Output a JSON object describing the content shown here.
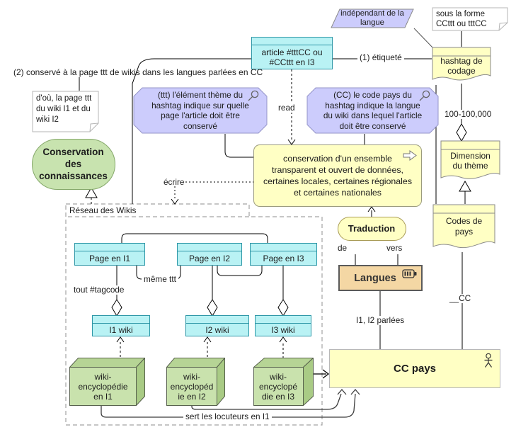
{
  "diagram": {
    "nodes": {
      "article": "article #tttCC ou\n#CCttt en I3",
      "hashtag": "hashtag de\ncodage",
      "conservation_ensemble": "conservation d'un ensemble\ntransparent et ouvert de données,\ncertaines locales, certaines régionales\net certaines nationales",
      "dimension_theme": "Dimension\ndu thème",
      "codes_pays": "Codes de\npays",
      "conservation_connaissances": "Conservation\ndes\nconnaissances",
      "reseau_wikis": "Réseau des Wikis",
      "traduction": "Traduction",
      "langues": "Langues",
      "cc_pays": "CC pays",
      "page_i1": "Page en I1",
      "page_i2": "Page en I2",
      "page_i3": "Page en I3",
      "wiki_i1": "I1 wiki",
      "wiki_i2": "I2 wiki",
      "wiki_i3": "I3 wiki",
      "ency_i1": "wiki-\nencyclopédie\nen I1",
      "ency_i2": "wiki-\nencyclopéd\nie en I2",
      "ency_i3": "wiki-\nencyclopé\ndie en I3"
    },
    "callouts": {
      "independant": "indépendant de la\nlangue",
      "ttt": "(ttt) l'élément thème du\nhashtag indique sur quelle\npage l'article doit être\nconservé",
      "cc": "(CC) le code pays du\nhashtag indique la langue\ndu wiki dans lequel l'article\ndoit être conservé"
    },
    "notes": {
      "sous_la_forme": "sous la forme\nCCttt ou tttCC",
      "dou": "d'où, la page ttt\ndu wiki I1 et du\nwiki I2"
    },
    "labels": {
      "conserve2": "(2) conservé à la page ttt de wikis dans les langues parlées en CC",
      "etiquete": "(1) étiqueté",
      "read": "read",
      "ecrire": "écrire",
      "meme_ttt": "même ttt",
      "tout_tagcode": "tout #tagcode",
      "range": "100-100,000",
      "de": "de",
      "vers": "vers",
      "parlees": "I1, I2 parlées",
      "cc_role": "__CC",
      "sert": "sert les locuteurs en  I1"
    },
    "colors": {
      "cyan_fill": "#b9f2f4",
      "cyan_border": "#2e97a7",
      "yellow_fill": "#ffffc4",
      "purple_fill": "#ccccfc",
      "green_fill": "#c8e3af",
      "cube_fill": "#c9e2ad",
      "tan_fill": "#f4d7a4",
      "note_fill": "#ffffff"
    }
  }
}
